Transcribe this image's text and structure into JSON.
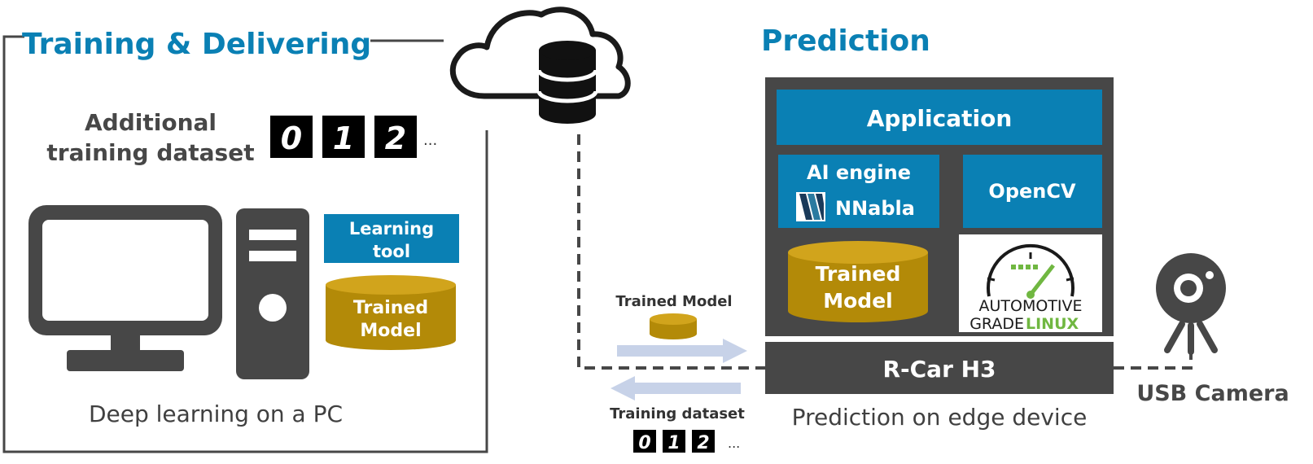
{
  "left_panel": {
    "title": "Training & Delivering",
    "dataset_label_line1": "Additional",
    "dataset_label_line2": "training dataset",
    "digits": [
      "0",
      "1",
      "2"
    ],
    "ellipsis": "...",
    "learning_tool_line1": "Learning",
    "learning_tool_line2": "tool",
    "trained_model_line1": "Trained",
    "trained_model_line2": "Model",
    "caption": "Deep learning on a PC"
  },
  "transfer": {
    "trained_model_label": "Trained Model",
    "training_dataset_label": "Training dataset",
    "digits": [
      "0",
      "1",
      "2"
    ],
    "ellipsis": "..."
  },
  "right_panel": {
    "title": "Prediction",
    "application_label": "Application",
    "ai_engine_label": "AI engine",
    "nnabla_label": "NNabla",
    "opencv_label": "OpenCV",
    "trained_model_line1": "Trained",
    "trained_model_line2": "Model",
    "agl_line1": "AUTOMOTIVE",
    "agl_line2_a": "GRADE",
    "agl_line2_b": "LINUX",
    "hardware_label": "R-Car H3",
    "caption": "Prediction on edge device"
  },
  "camera": {
    "label": "USB Camera"
  },
  "colors": {
    "accent_blue": "#0a80b4",
    "dark_gray": "#474747",
    "gold": "#b38a08",
    "gold_top": "#d1a41c",
    "arrow_blue": "#c7d2e8",
    "agl_green": "#70b741",
    "text_gray": "#404040"
  }
}
